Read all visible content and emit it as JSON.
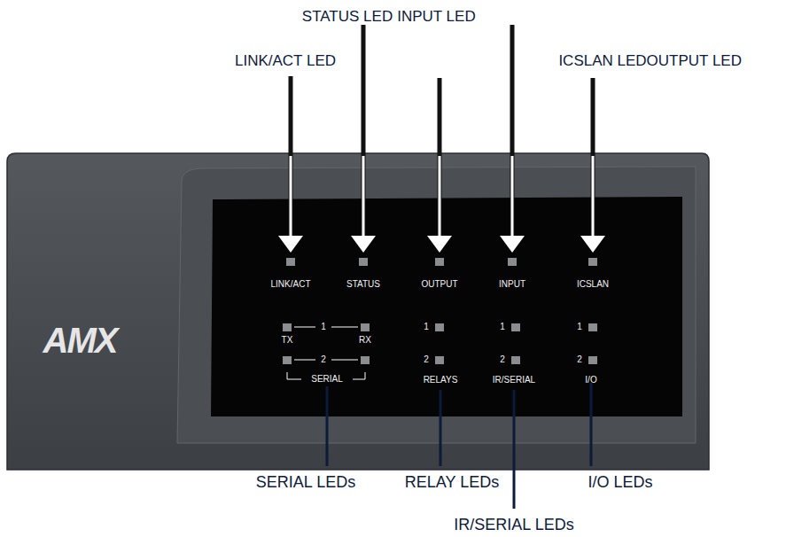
{
  "diagram": {
    "labels": [
      "STATUS LED",
      "INPUT LED",
      "LINK/ACT LED",
      "ICSLAN LED",
      "OUTPUT LED",
      "LINK/ACT",
      "STATUS",
      "OUTPUT",
      "INPUT",
      "ICSLAN",
      "TX",
      "1",
      "RX",
      "1",
      "1",
      "1",
      "2",
      "2",
      "2",
      "2",
      "SERIAL",
      "RELAYS",
      "IR/SERIAL",
      "I/O",
      "AMX",
      "SERIAL LEDs",
      "RELAY LEDs",
      "I/O LEDs",
      "IR/SERIAL LEDs"
    ]
  }
}
